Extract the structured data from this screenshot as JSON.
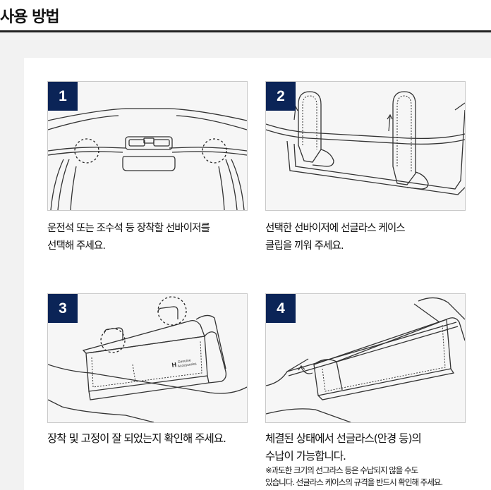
{
  "page": {
    "title": "사용 방법"
  },
  "steps": [
    {
      "number": "1",
      "lines": [
        "운전석 또는 조수석 등 장착할 선바이저를",
        "선택해 주세요."
      ]
    },
    {
      "number": "2",
      "lines": [
        "선택한 선바이저에 선글라스 케이스",
        "클립을 끼워 주세요."
      ]
    },
    {
      "number": "3",
      "lines": [
        "장착 및 고정이 잘 되었는지 확인해 주세요."
      ]
    },
    {
      "number": "4",
      "lines": [
        "체결된 상태에서 선글라스(안경 등)의",
        "수납이 가능합니다."
      ],
      "notes": [
        "※과도한 크기의 선그라스 등은 수납되지 않을 수도",
        "있습니다. 선글라스 케이스의 규격을 반드시 확인해 주세요."
      ]
    }
  ],
  "product_logo": {
    "brand_mark": "H",
    "line1": "Genuine",
    "line2": "Accessories"
  }
}
